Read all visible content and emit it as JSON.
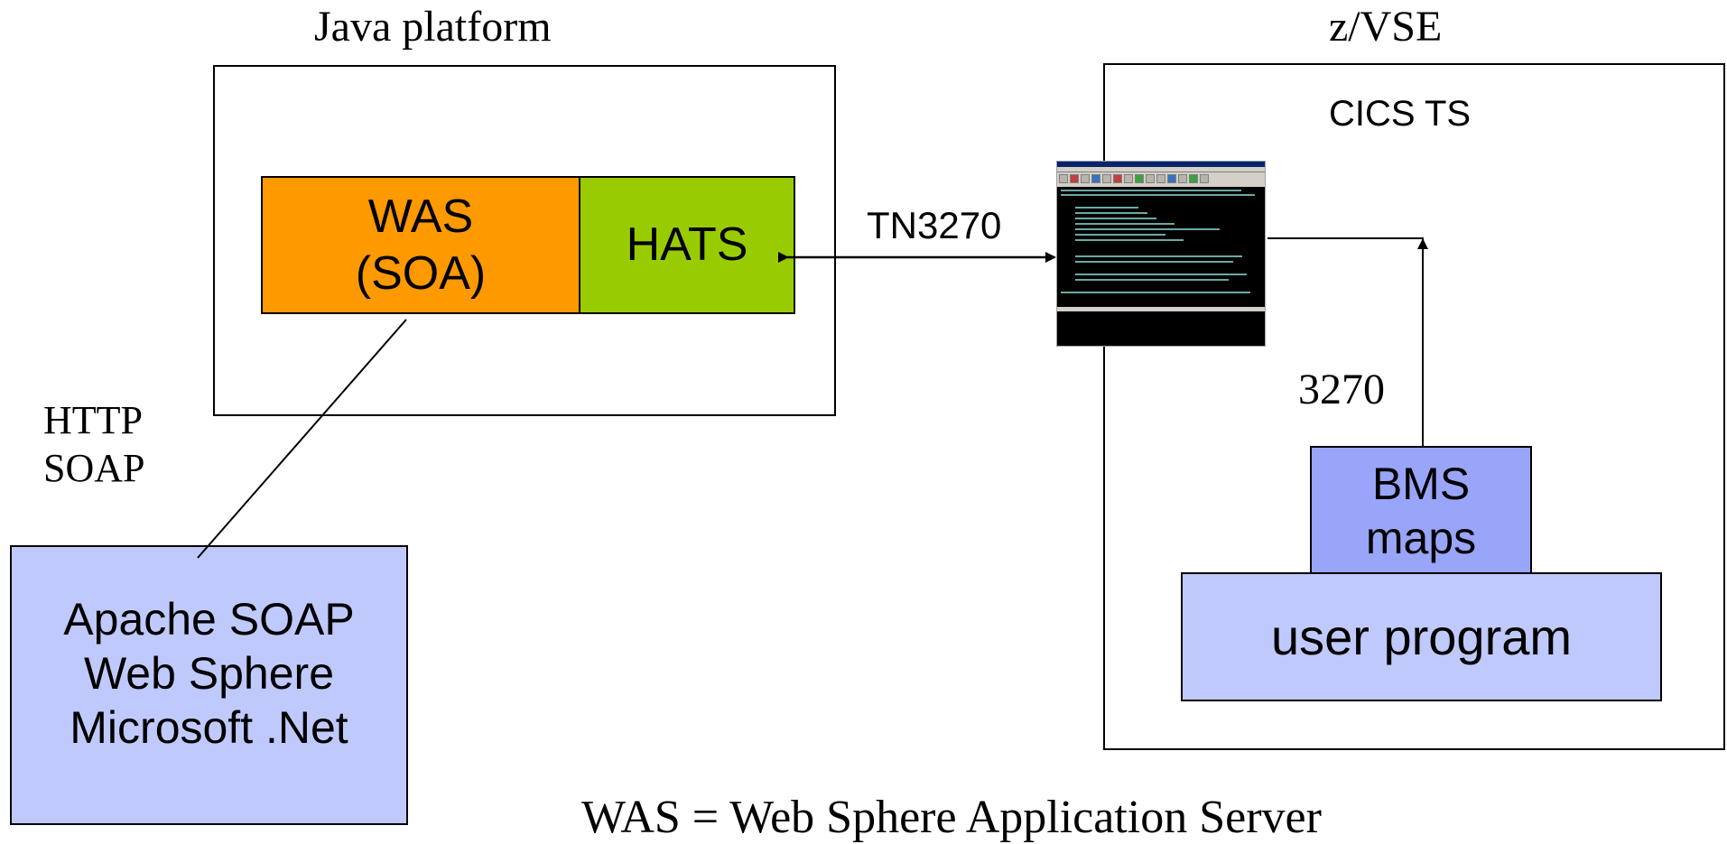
{
  "java_platform": {
    "title": "Java platform",
    "was_label": "WAS\n(SOA)",
    "hats_label": "HATS"
  },
  "zvse": {
    "title": "z/VSE",
    "cics_label": "CICS TS",
    "bms_label": "BMS\nmaps",
    "user_program_label": "user program"
  },
  "connections": {
    "tn3270_label": "TN3270",
    "label_3270": "3270",
    "http_soap_label": "HTTP\nSOAP"
  },
  "clients": {
    "label": "Apache SOAP\nWeb Sphere\nMicrosoft .Net"
  },
  "footer": {
    "text": "WAS = Web Sphere Application Server"
  },
  "colors": {
    "was": "#ff9900",
    "hats": "#99cc00",
    "bms": "#99a5f8",
    "user_program": "#c0c9fc",
    "clients": "#c0c9fc"
  },
  "icons": {
    "terminal": "terminal-screenshot-icon"
  }
}
